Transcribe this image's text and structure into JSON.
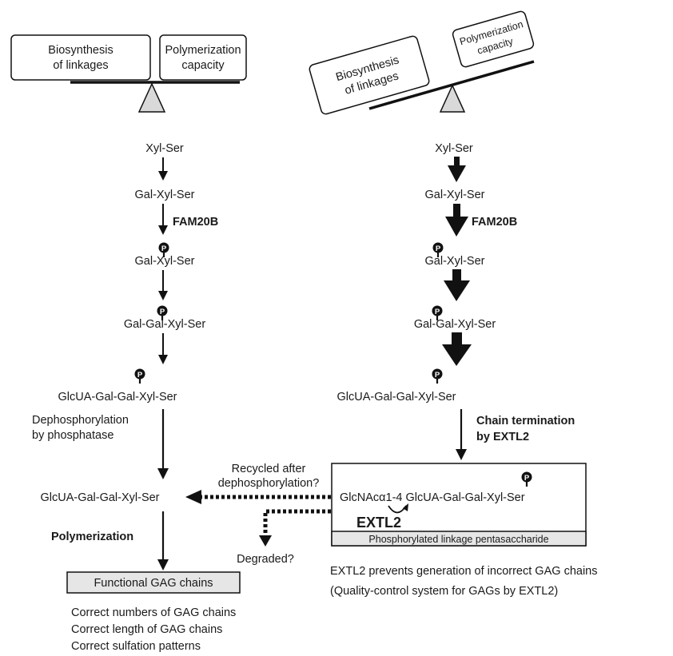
{
  "left_balance": {
    "box_left_lines": [
      "Biosynthesis",
      "of linkages"
    ],
    "box_right_lines": [
      "Polymerization",
      "capacity"
    ]
  },
  "right_balance": {
    "box_left_lines": [
      "Biosynthesis",
      "of linkages"
    ],
    "box_right_lines": [
      "Polymerization",
      "capacity"
    ]
  },
  "phospho_symbol": "P",
  "left_pathway": {
    "steps": {
      "xyl_ser": "Xyl-Ser",
      "gal_xyl_ser": "Gal-Xyl-Ser",
      "p_gal_xyl_ser": "Gal-Xyl-Ser",
      "p_gal_gal_xyl_ser": "Gal-Gal-Xyl-Ser",
      "p_glcua": "GlcUA-Gal-Gal-Xyl-Ser",
      "glcua_dephospho": "GlcUA-Gal-Gal-Xyl-Ser"
    },
    "enzyme": "FAM20B",
    "dephosphorylation_lines": [
      "Dephosphorylation",
      "by phosphatase"
    ],
    "polymerization": "Polymerization",
    "functional_box": "Functional GAG chains",
    "outcomes": [
      "Correct numbers of GAG chains",
      "Correct length of GAG chains",
      "Correct sulfation patterns"
    ]
  },
  "right_pathway": {
    "steps": {
      "xyl_ser": "Xyl-Ser",
      "gal_xyl_ser": "Gal-Xyl-Ser",
      "p_gal_xyl_ser": "Gal-Xyl-Ser",
      "p_gal_gal_xyl_ser": "Gal-Gal-Xyl-Ser",
      "p_glcua": "GlcUA-Gal-Gal-Xyl-Ser"
    },
    "enzyme": "FAM20B",
    "chain_termination_lines": [
      "Chain termination",
      "by EXTL2"
    ]
  },
  "pentasaccharide_box": {
    "sugar_text": "GlcNAcα1-4 GlcUA-Gal-Gal-Xyl-Ser",
    "enzyme_label": "EXTL2",
    "footer": "Phosphorylated linkage pentasaccharide"
  },
  "recycled_lines": [
    "Recycled after",
    "dephosphorylation?"
  ],
  "degraded": "Degraded?",
  "conclusion_lines": [
    "EXTL2 prevents generation of incorrect GAG chains",
    "(Quality-control system for GAGs by EXTL2)"
  ]
}
